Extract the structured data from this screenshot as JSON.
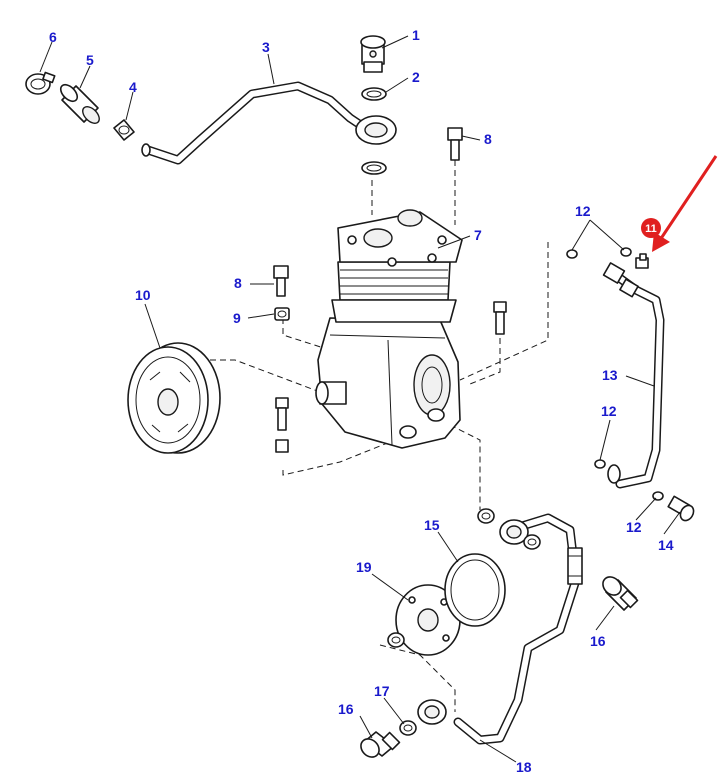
{
  "colors": {
    "callout_text": "#1a1acc",
    "highlight_badge": "#e02020",
    "arrow": "#e02020",
    "line": "#1a1a1a"
  },
  "callouts": [
    {
      "id": "c1",
      "label": "1"
    },
    {
      "id": "c2",
      "label": "2"
    },
    {
      "id": "c3",
      "label": "3"
    },
    {
      "id": "c4",
      "label": "4"
    },
    {
      "id": "c5",
      "label": "5"
    },
    {
      "id": "c6",
      "label": "6"
    },
    {
      "id": "c7",
      "label": "7"
    },
    {
      "id": "c8a",
      "label": "8"
    },
    {
      "id": "c8b",
      "label": "8"
    },
    {
      "id": "c9",
      "label": "9"
    },
    {
      "id": "c10",
      "label": "10"
    },
    {
      "id": "c12a",
      "label": "12"
    },
    {
      "id": "c12b",
      "label": "12"
    },
    {
      "id": "c12c",
      "label": "12"
    },
    {
      "id": "c13",
      "label": "13"
    },
    {
      "id": "c14",
      "label": "14"
    },
    {
      "id": "c15",
      "label": "15"
    },
    {
      "id": "c16a",
      "label": "16"
    },
    {
      "id": "c16b",
      "label": "16"
    },
    {
      "id": "c17",
      "label": "17"
    },
    {
      "id": "c18",
      "label": "18"
    },
    {
      "id": "c19",
      "label": "19"
    }
  ],
  "highlight": {
    "label": "11",
    "icon": "red-pointer-arrow"
  }
}
